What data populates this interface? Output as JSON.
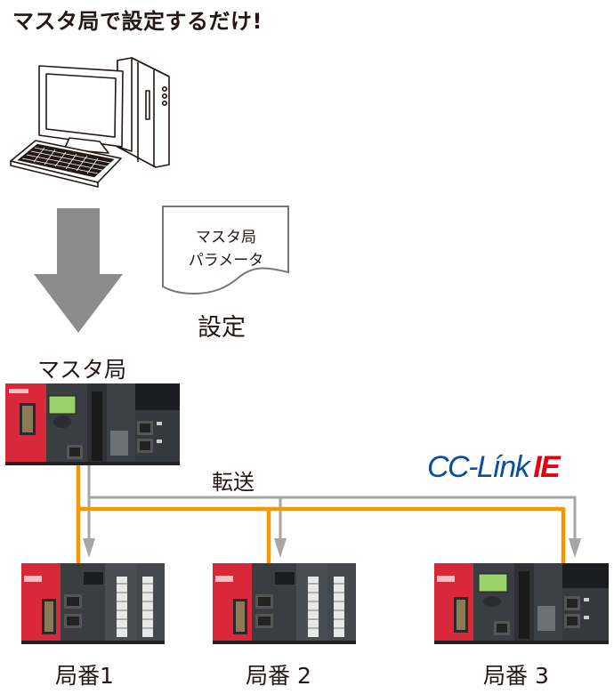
{
  "headline": "マスタ局で設定するだけ!",
  "pc": {
    "icon": "desktop-computer"
  },
  "flow_arrow": {
    "icon": "down-arrow",
    "color": "#8c8c8c"
  },
  "parameter_doc": {
    "lines": [
      "マスタ局",
      "パラメータ"
    ],
    "caption": "設定"
  },
  "master": {
    "label": "マスタ局",
    "icon": "plc-master-unit"
  },
  "transfer_label": "転送",
  "network": {
    "logo_cc": "CC-Línk",
    "logo_ie": "IE",
    "cable_color": "#f39800",
    "transfer_color": "#a6a6a6",
    "logo_cc_color": "#0a4ea2",
    "logo_ie_color": "#e60012"
  },
  "stations": [
    {
      "label": "局番1",
      "icon": "plc-io-unit"
    },
    {
      "label": "局番 2",
      "icon": "plc-io-unit"
    },
    {
      "label": "局番 3",
      "icon": "plc-cpu-unit"
    }
  ]
}
